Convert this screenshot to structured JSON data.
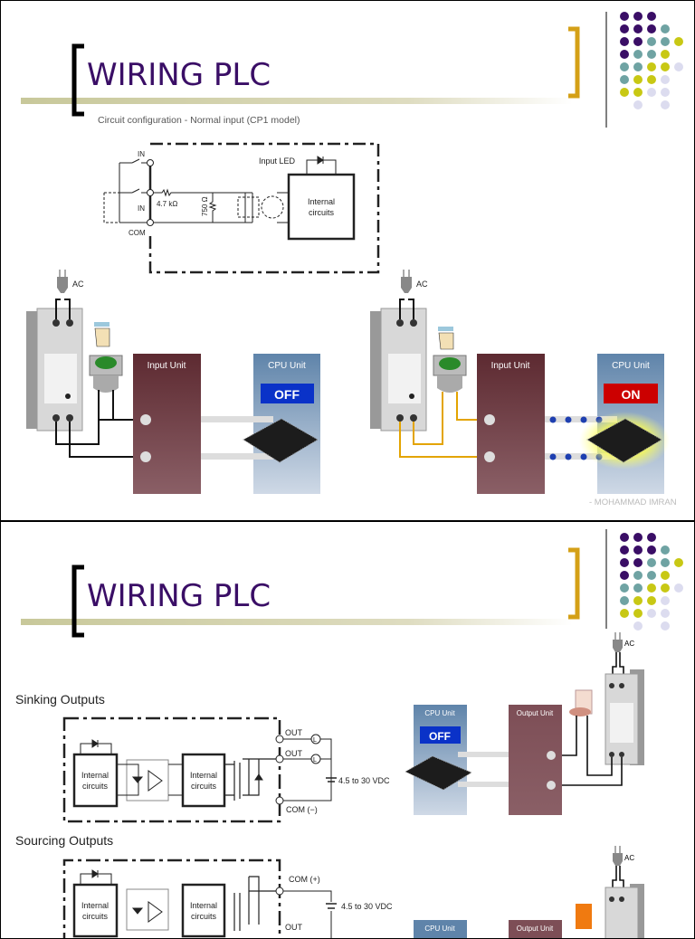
{
  "slides": [
    {
      "title": "WIRING PLC",
      "subtitle": "Circuit configuration - Normal input (CP1 model)",
      "circuit": {
        "in_top": "IN",
        "in_mid": "IN",
        "com": "COM",
        "resistor": "4.7 kΩ",
        "resistor2": "750 Ω",
        "input_led": "Input LED",
        "internal_1": "Internal",
        "internal_2": "circuits"
      },
      "illustration_off": {
        "ac": "AC",
        "input_unit": "Input Unit",
        "cpu_unit": "CPU Unit",
        "state": "OFF"
      },
      "illustration_on": {
        "ac": "AC",
        "input_unit": "Input Unit",
        "cpu_unit": "CPU Unit",
        "state": "ON"
      },
      "credit": "- MOHAMMAD IMRAN"
    },
    {
      "title": "WIRING PLC",
      "sinking": {
        "heading": "Sinking Outputs",
        "internal_1": "Internal",
        "internal_2": "circuits",
        "out1": "OUT",
        "out2": "OUT",
        "com": "COM (−)",
        "load": "L",
        "voltage": "4.5 to 30 VDC"
      },
      "sourcing": {
        "heading": "Sourcing Outputs",
        "internal_1": "Internal",
        "internal_2": "circuits",
        "com": "COM (+)",
        "out": "OUT",
        "voltage": "4.5 to 30 VDC"
      },
      "illustration_off": {
        "ac": "AC",
        "cpu_unit": "CPU Unit",
        "output_unit": "Output Unit",
        "state": "OFF"
      },
      "illustration_on": {
        "ac": "AC",
        "cpu_unit": "CPU Unit",
        "output_unit": "Output Unit"
      }
    }
  ],
  "colors": {
    "title": "#3a0e66",
    "bracket_right": "#d4a017",
    "off_badge": "#0a32c8",
    "on_badge": "#cc0000",
    "input_unit": "#6e3b42",
    "cpu_unit": "#6d8fb2",
    "active_wire": "#e3a400",
    "dots": [
      "#3a0e66",
      "#6fa3a3",
      "#c8c814",
      "#dcdcef"
    ]
  }
}
